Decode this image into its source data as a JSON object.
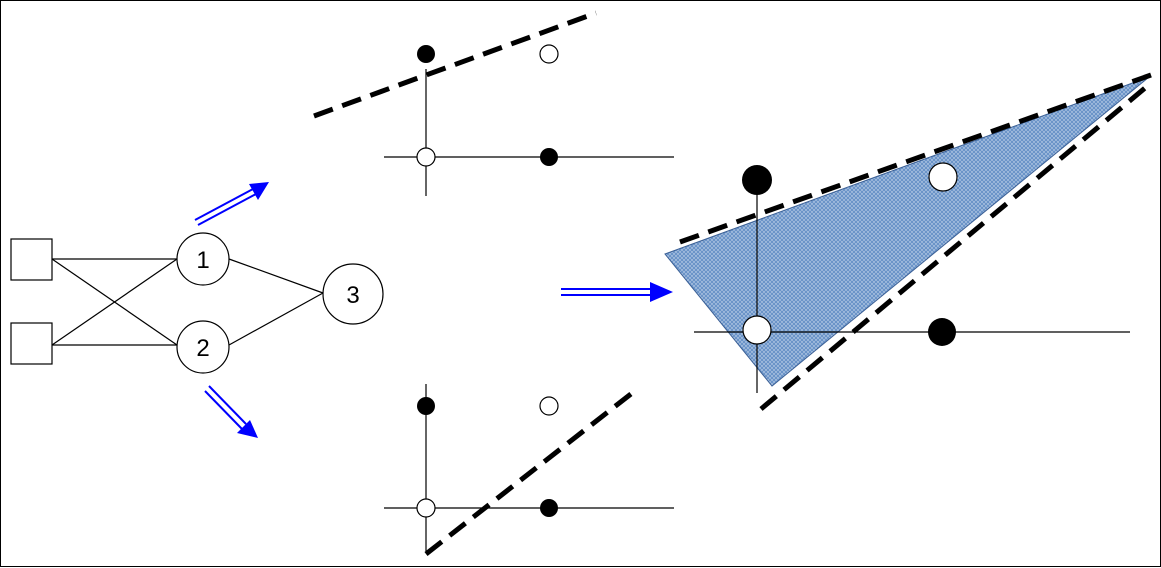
{
  "nodes": {
    "node1": "1",
    "node2": "2",
    "node3": "3"
  },
  "colors": {
    "arrow": "#0000ff",
    "region_fill": "#6b94c8",
    "line": "#000000",
    "filled_point": "#000000",
    "empty_point": "#ffffff"
  }
}
